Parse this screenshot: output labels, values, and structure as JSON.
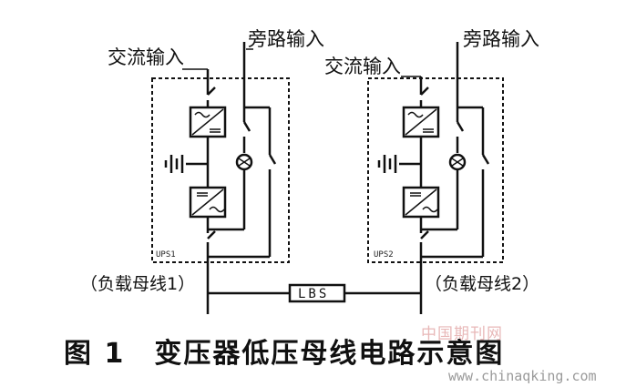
{
  "labels": {
    "ac_input_1": "交流输入",
    "bypass_input_1": "旁路输入",
    "ac_input_2": "交流输入",
    "bypass_input_2": "旁路输入",
    "ups1": "UPS1",
    "ups2": "UPS2",
    "load_bus_1": "（负载母线1）",
    "load_bus_2": "（负载母线2）",
    "lbs": "LBS"
  },
  "caption": "图 1　变压器低压母线电路示意图",
  "watermark": {
    "line1": "中国期刊网",
    "line2": "www.chinaqking.com"
  }
}
